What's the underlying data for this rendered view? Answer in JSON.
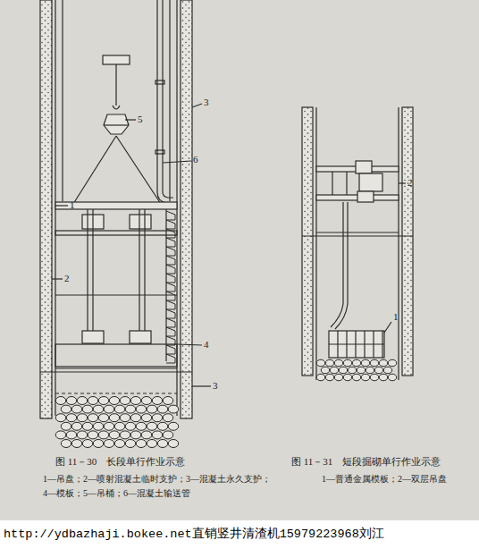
{
  "diagram": {
    "labels": [
      "5",
      "3",
      "6",
      "1",
      "2",
      "4",
      "3",
      "图 11－30　长段单行作业示意",
      "1—吊盘；2—喷射混凝土临时支护；3—混凝土永久支护；",
      "4—模板；5—吊桶；6—混凝土输送管",
      "2",
      "1",
      "图 11－31　短段掘砌单行作业示意",
      "1—普通金属模板；2—双层吊盘",
      "http://ydbazhaji.bokee.net直销竖井清渣机15979223968刘江"
    ]
  }
}
